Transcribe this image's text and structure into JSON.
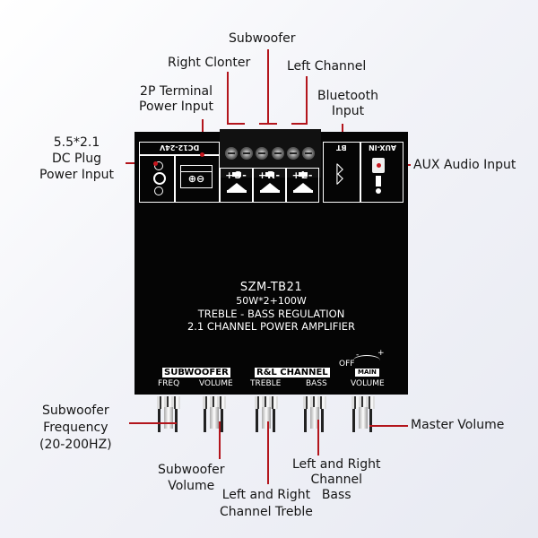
{
  "board": {
    "model": "SZM-TB21",
    "power": "50W*2+100W",
    "feature": "TREBLE - BASS REGULATION",
    "type": "2.1 CHANNEL POWER AMPLIFIER",
    "silk_dc": "DC12-24V",
    "silk_bt": "BT",
    "silk_aux": "AUX-IN",
    "silk_s": "+S-",
    "silk_r": "+R-",
    "silk_l": "+L-",
    "silk_term": "⊕⊖",
    "group_sub": "SUBWOOFER",
    "group_rl": "R&L CHANNEL",
    "group_main": "MAIN",
    "off": "OFF",
    "minus": "-",
    "plus": "+",
    "ctrl_freq": "FREQ",
    "ctrl_sub_vol": "VOLUME",
    "ctrl_treble": "TREBLE",
    "ctrl_bass": "BASS",
    "ctrl_main_vol": "VOLUME"
  },
  "callouts": {
    "subwoofer": "Subwoofer",
    "right_center": "Right Clonter",
    "left_channel": "Left Channel",
    "terminal_power": [
      "2P Terminal",
      "Power Input"
    ],
    "bluetooth": [
      "Bluetooth",
      "Input"
    ],
    "dc_plug": [
      "5.5*2.1",
      "DC Plug",
      "Power Input"
    ],
    "aux": "AUX Audio Input",
    "sub_freq": [
      "Subwoofer",
      "Frequency",
      "(20-200HZ)"
    ],
    "sub_volume": [
      "Subwoofer",
      "Volume"
    ],
    "treble": [
      "Left and Right",
      "Channel Treble"
    ],
    "bass": [
      "Left and Right",
      "Channel",
      "Bass"
    ],
    "master": "Master Volume"
  },
  "colors": {
    "board": "#050505",
    "callout_line": "#b3151c",
    "silkscreen": "#ffffff"
  }
}
